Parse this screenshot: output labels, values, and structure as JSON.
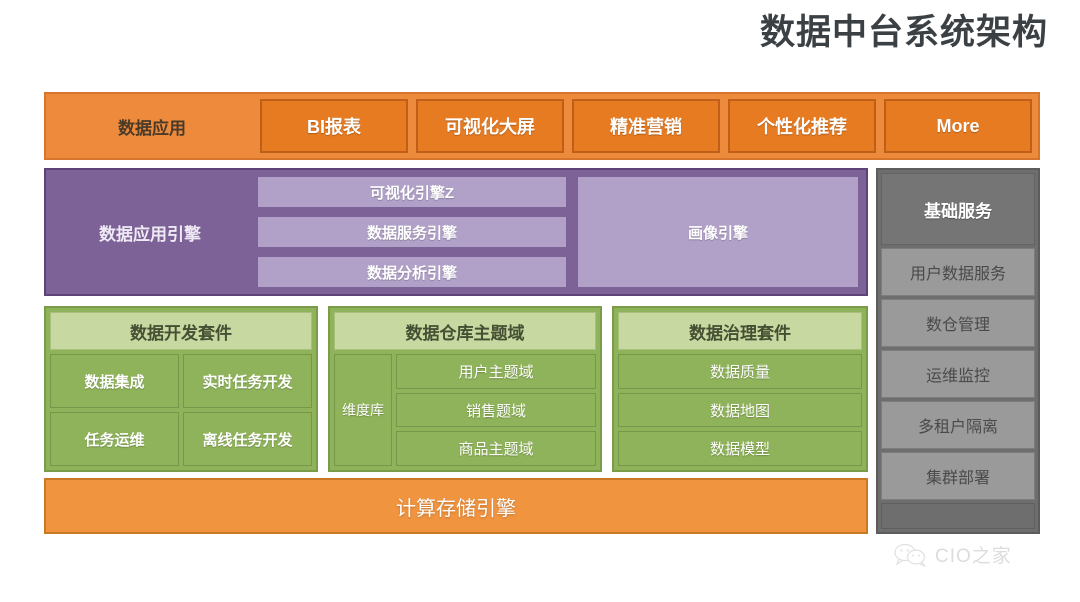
{
  "page": {
    "title": "数据中台系统架构"
  },
  "application_layer": {
    "label": "数据应用",
    "items": [
      "BI报表",
      "可视化大屏",
      "精准营销",
      "个性化推荐",
      "More"
    ]
  },
  "engine_layer": {
    "label": "数据应用引擎",
    "engines": [
      "可视化引擎Z",
      "数据服务引擎",
      "数据分析引擎"
    ],
    "portrait_engine": "画像引擎"
  },
  "suites": [
    {
      "name": "数据开发套件",
      "cells": [
        "数据集成",
        "实时任务开发",
        "任务运维",
        "离线任务开发"
      ]
    },
    {
      "name": "数据仓库主题域",
      "side_label": "维度库",
      "cells": [
        "用户主题域",
        "销售题域",
        "商品主题域"
      ]
    },
    {
      "name": "数据治理套件",
      "cells": [
        "数据质量",
        "数据地图",
        "数据模型"
      ]
    }
  ],
  "compute_layer": {
    "label": "计算存储引擎"
  },
  "infrastructure": {
    "header": "基础服务",
    "items": [
      "用户数据服务",
      "数仓管理",
      "运维监控",
      "多租户隔离",
      "集群部署"
    ]
  },
  "watermark": {
    "icon": "wechat-icon",
    "text": "CIO之家"
  },
  "colors": {
    "orange_band": "#ee8a3c",
    "orange_chip": "#e77b22",
    "purple_band": "#7c6296",
    "purple_item": "#b1a1c9",
    "green_body": "#8fb35a",
    "green_head": "#c7d8a0",
    "gray_band": "#6e6e6e",
    "gray_item": "#9a9a9a",
    "title_color": "#3b4044"
  }
}
